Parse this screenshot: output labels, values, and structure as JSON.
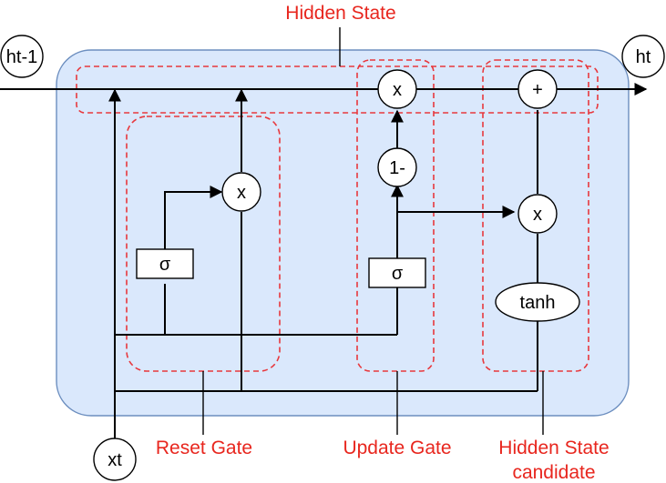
{
  "diagram": {
    "inputs": {
      "prev_hidden": "ht-1",
      "x": "xt"
    },
    "output": "ht",
    "operators": {
      "reset_mult": "x",
      "reset_sigma": "σ",
      "update_mult": "x",
      "one_minus": "1-",
      "update_sigma": "σ",
      "add": "+",
      "candidate_mult": "x",
      "tanh": "tanh"
    },
    "labels": {
      "hidden_state": "Hidden State",
      "reset_gate": "Reset Gate",
      "update_gate": "Update Gate",
      "candidate_line1": "Hidden State",
      "candidate_line2": "candidate"
    },
    "colors": {
      "cell_fill": "#dae8fc",
      "cell_stroke": "#6c8ebf",
      "annotation": "#e8261e",
      "gate_outline": "#e8383d"
    }
  }
}
